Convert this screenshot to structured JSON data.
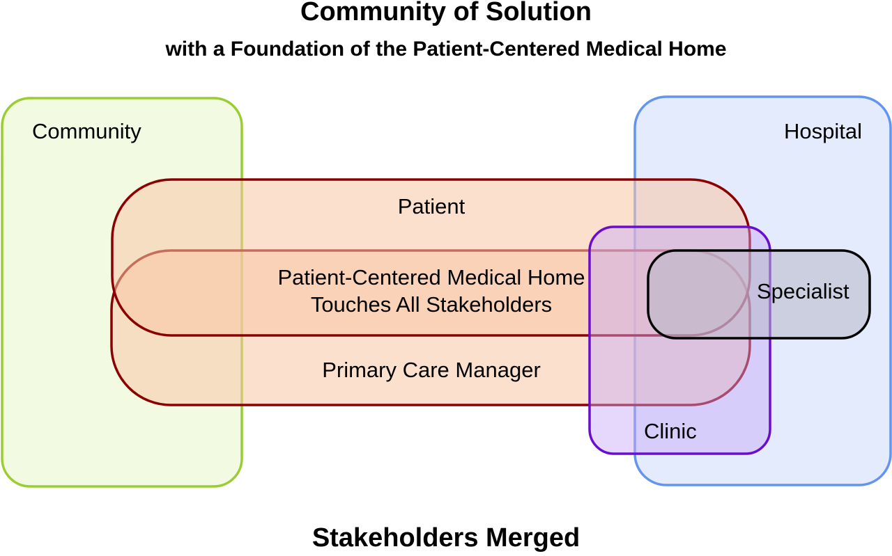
{
  "header": {
    "title": "Community of Solution",
    "subtitle": "with a Foundation of the Patient-Centered Medical Home"
  },
  "footer": {
    "caption": "Stakeholders Merged"
  },
  "groups": {
    "community": {
      "label": "Community",
      "stroke": "#9acd32",
      "fill": "#f2fbe2"
    },
    "hospital": {
      "label": "Hospital",
      "stroke": "#6495ed",
      "fill": "#dfe8fd"
    },
    "patient": {
      "label": "Patient",
      "stroke": "#8b0000",
      "fill": "#f7c7a6"
    },
    "pcmh": {
      "line1": "Patient-Centered Medical Home",
      "line2": "Touches All Stakeholders",
      "stroke": "#8b0000"
    },
    "primary_care": {
      "label": "Primary Care Manager",
      "stroke": "#8b0000",
      "fill": "#f7c7a6"
    },
    "clinic": {
      "label": "Clinic",
      "stroke": "#6a0dcd",
      "fill": "#c8a8f8"
    },
    "specialist": {
      "label": "Specialist",
      "stroke": "#000000",
      "fill": "#b8b8c8"
    }
  }
}
